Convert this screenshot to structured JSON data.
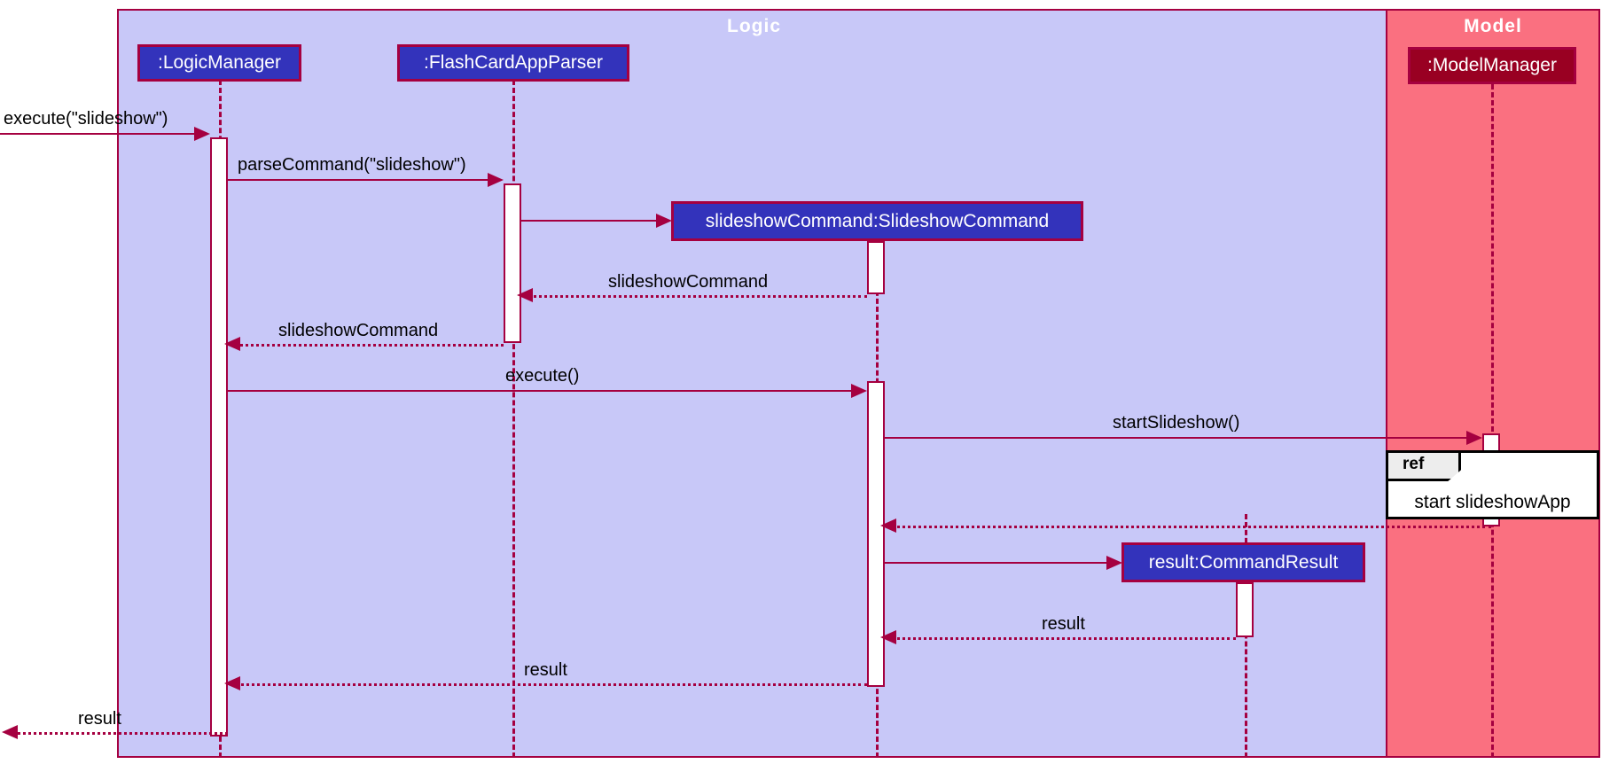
{
  "diagram": {
    "type": "uml-sequence-diagram",
    "title": "Slideshow command sequence diagram"
  },
  "partitions": [
    {
      "name": "logic",
      "label": "Logic",
      "bg": "#C8C8F8",
      "border": "#A50040"
    },
    {
      "name": "model",
      "label": "Model",
      "bg": "#FA7080",
      "border": "#A50040"
    }
  ],
  "participants": [
    {
      "id": "logicManager",
      "label": ":LogicManager",
      "fill": "#3333BB",
      "partition": "Logic"
    },
    {
      "id": "parser",
      "label": ":FlashCardAppParser",
      "fill": "#3333BB",
      "partition": "Logic"
    },
    {
      "id": "slideshowCommand",
      "label": "slideshowCommand:SlideshowCommand",
      "fill": "#3333BB",
      "partition": "Logic"
    },
    {
      "id": "commandResult",
      "label": "result:CommandResult",
      "fill": "#3333BB",
      "partition": "Logic"
    },
    {
      "id": "modelManager",
      "label": ":ModelManager",
      "fill": "#990022",
      "partition": "Model"
    }
  ],
  "messages": [
    {
      "id": "m1",
      "label": "execute(\"slideshow\")",
      "from": "actor",
      "to": "logicManager",
      "kind": "call"
    },
    {
      "id": "m2",
      "label": "parseCommand(\"slideshow\")",
      "from": "logicManager",
      "to": "parser",
      "kind": "call"
    },
    {
      "id": "m3",
      "label": "",
      "from": "parser",
      "to": "slideshowCommand",
      "kind": "create"
    },
    {
      "id": "m4",
      "label": "slideshowCommand",
      "from": "slideshowCommand",
      "to": "parser",
      "kind": "return"
    },
    {
      "id": "m5",
      "label": "slideshowCommand",
      "from": "parser",
      "to": "logicManager",
      "kind": "return"
    },
    {
      "id": "m6",
      "label": "execute()",
      "from": "logicManager",
      "to": "slideshowCommand",
      "kind": "call"
    },
    {
      "id": "m7",
      "label": "startSlideshow()",
      "from": "slideshowCommand",
      "to": "modelManager",
      "kind": "call"
    },
    {
      "id": "m8",
      "label": "",
      "from": "modelManager",
      "to": "slideshowCommand",
      "kind": "return"
    },
    {
      "id": "m9",
      "label": "",
      "from": "slideshowCommand",
      "to": "commandResult",
      "kind": "create"
    },
    {
      "id": "m10",
      "label": "result",
      "from": "commandResult",
      "to": "slideshowCommand",
      "kind": "return"
    },
    {
      "id": "m11",
      "label": "result",
      "from": "slideshowCommand",
      "to": "logicManager",
      "kind": "return"
    },
    {
      "id": "m12",
      "label": "result",
      "from": "logicManager",
      "to": "actor",
      "kind": "return"
    }
  ],
  "ref_fragment": {
    "tag": "ref",
    "body": "start slideshowApp"
  }
}
